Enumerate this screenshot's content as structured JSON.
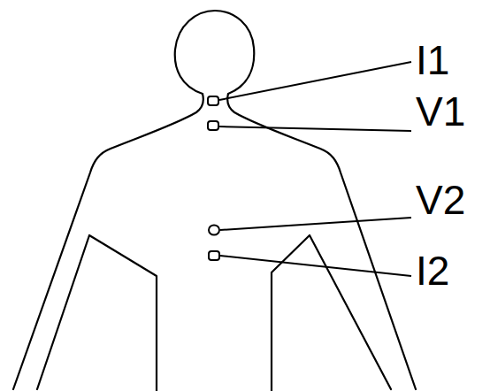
{
  "diagram": {
    "labels": [
      "I1",
      "V1",
      "V2",
      "I2"
    ]
  }
}
